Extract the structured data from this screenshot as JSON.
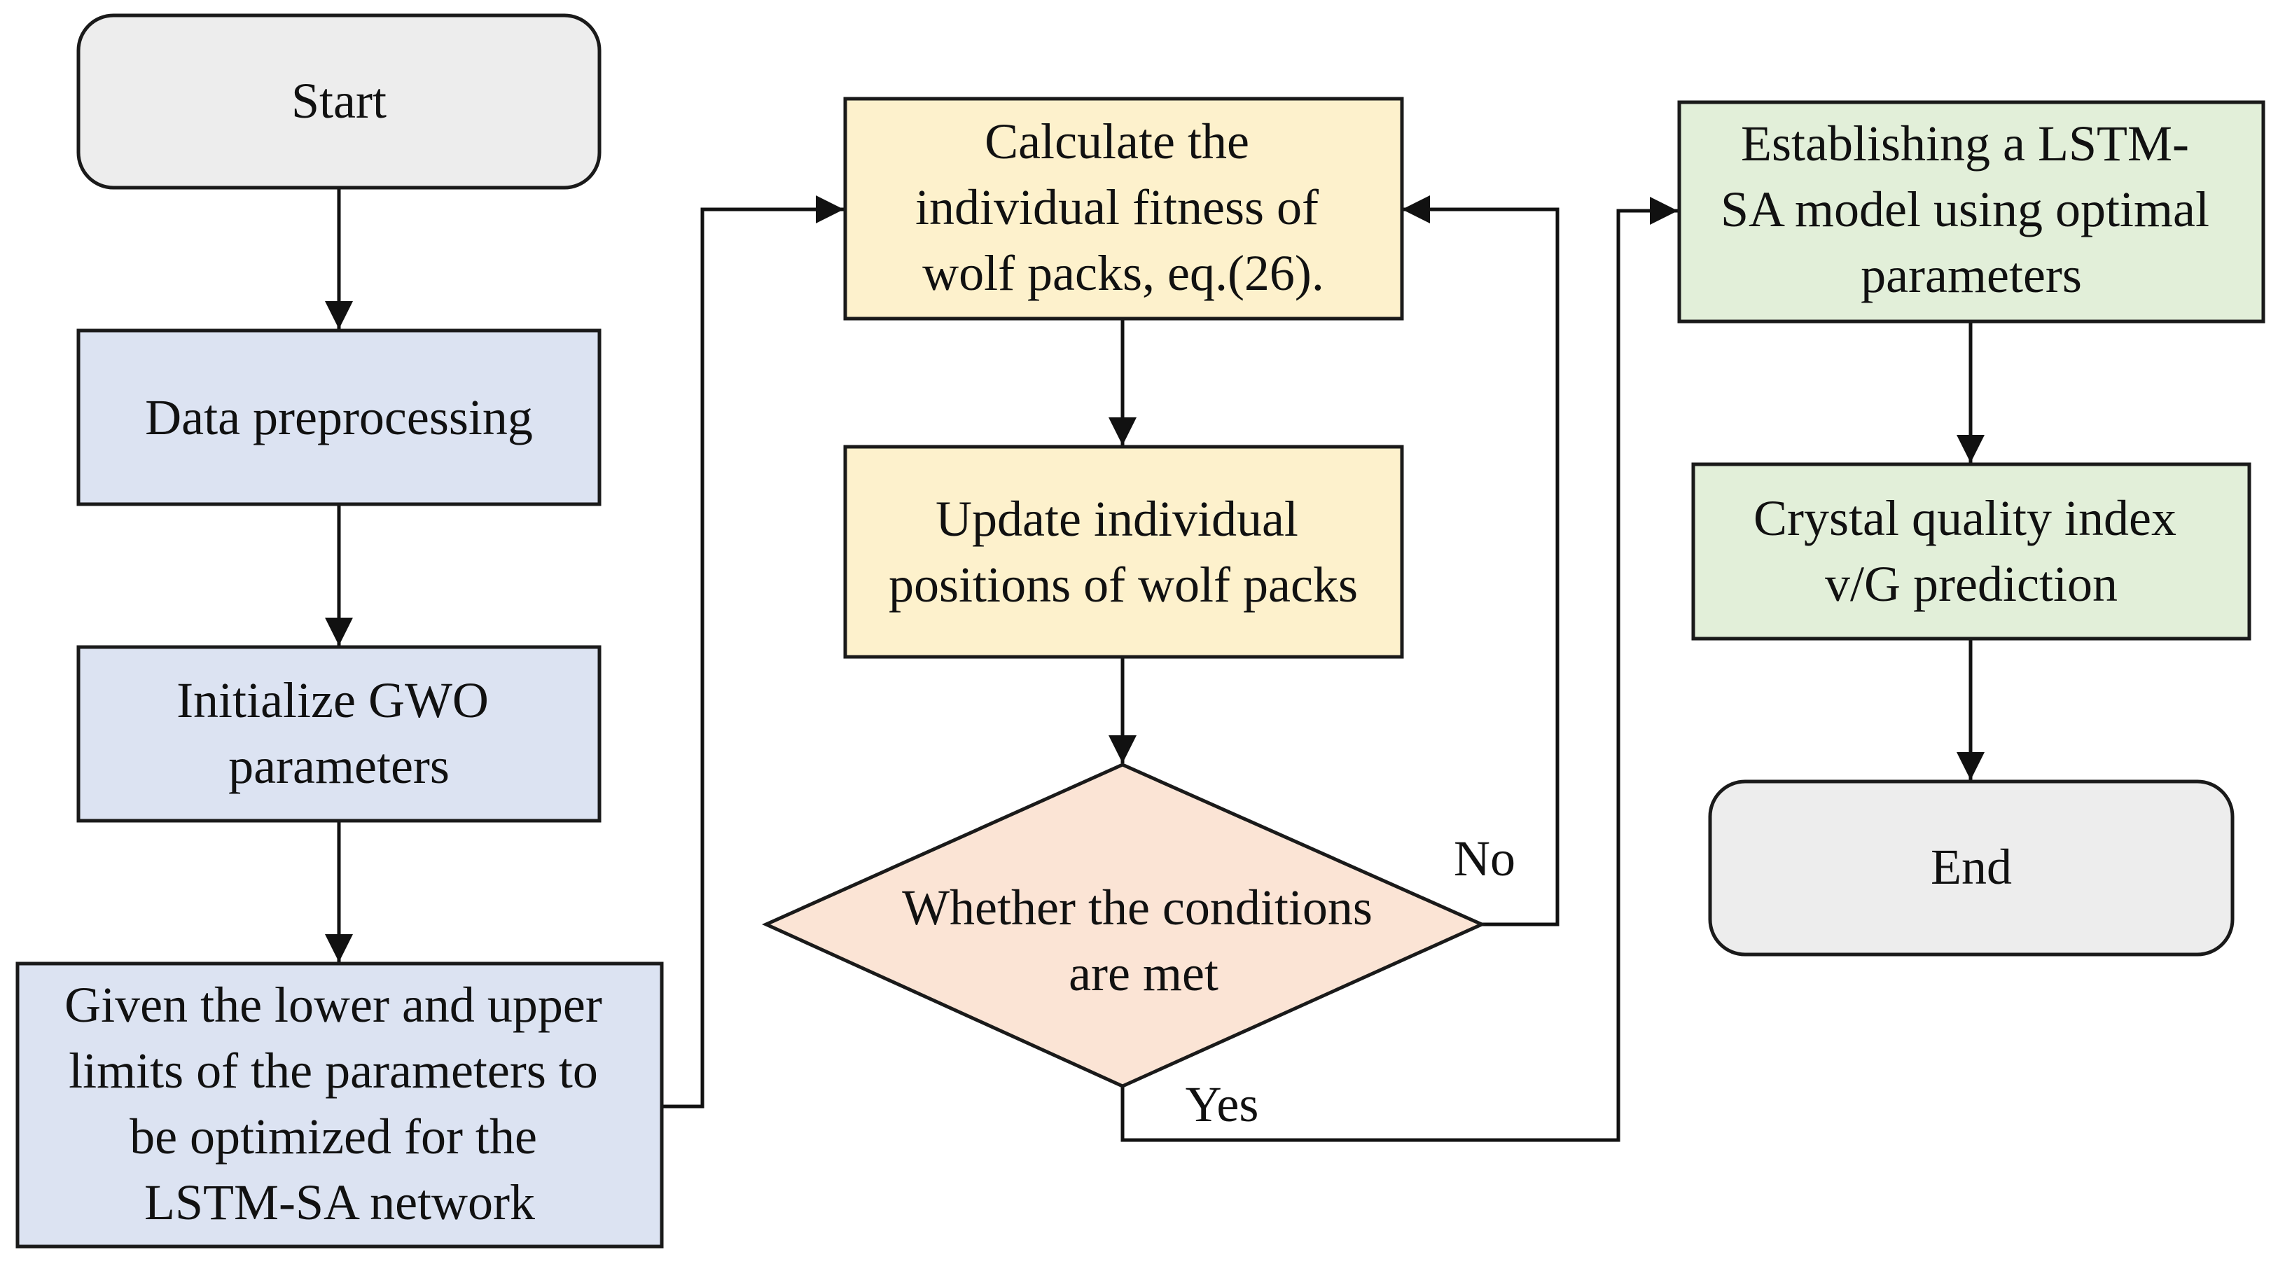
{
  "colors": {
    "terminal": "#ededed",
    "init_step": "#dce3f2",
    "loop_step": "#fdf1cc",
    "decision": "#fbe4d5",
    "result_step": "#e2efd9",
    "line": "#111111"
  },
  "nodes": {
    "start": {
      "shape": "rounded-rectangle",
      "lines": [
        "Start"
      ]
    },
    "preprocess": {
      "shape": "rectangle",
      "lines": [
        "Data preprocessing"
      ]
    },
    "init_gwo": {
      "shape": "rectangle",
      "lines": [
        "Initialize GWO",
        "parameters"
      ]
    },
    "limits": {
      "shape": "rectangle",
      "lines": [
        "Given the lower and upper",
        "limits of the parameters to",
        "be optimized for the",
        "LSTM-SA network"
      ]
    },
    "fitness": {
      "shape": "rectangle",
      "lines": [
        "Calculate the",
        "individual fitness of",
        "wolf packs, eq.(26)."
      ]
    },
    "update": {
      "shape": "rectangle",
      "lines": [
        "Update individual",
        "positions of wolf packs"
      ]
    },
    "check": {
      "shape": "diamond",
      "lines": [
        "Whether the conditions",
        "are met"
      ]
    },
    "build_model": {
      "shape": "rectangle",
      "lines": [
        "Establishing a LSTM-",
        "SA model using optimal",
        "parameters"
      ]
    },
    "predict": {
      "shape": "rectangle",
      "lines": [
        "Crystal quality index",
        "v/G prediction"
      ]
    },
    "end": {
      "shape": "rounded-rectangle",
      "lines": [
        "End"
      ]
    }
  },
  "edge_labels": {
    "no": "No",
    "yes": "Yes"
  },
  "edges": [
    {
      "from": "start",
      "to": "preprocess"
    },
    {
      "from": "preprocess",
      "to": "init_gwo"
    },
    {
      "from": "init_gwo",
      "to": "limits"
    },
    {
      "from": "limits",
      "to": "fitness"
    },
    {
      "from": "fitness",
      "to": "update"
    },
    {
      "from": "update",
      "to": "check"
    },
    {
      "from": "check",
      "to": "fitness",
      "label": "No"
    },
    {
      "from": "check",
      "to": "build_model",
      "label": "Yes"
    },
    {
      "from": "build_model",
      "to": "predict"
    },
    {
      "from": "predict",
      "to": "end"
    }
  ]
}
